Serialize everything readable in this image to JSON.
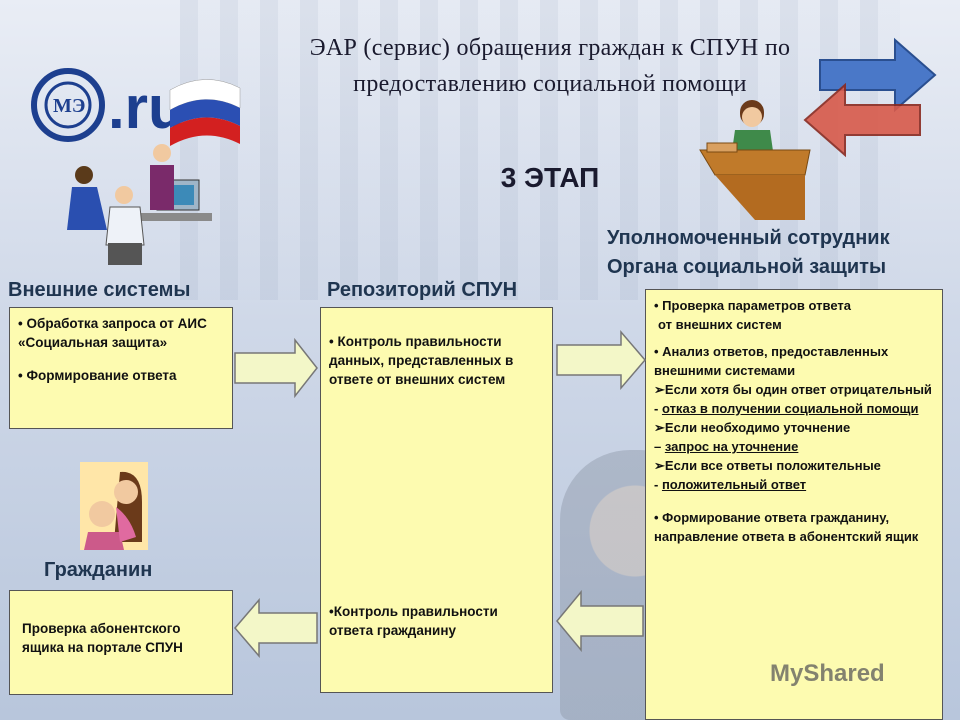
{
  "title": "ЭАР (сервис) обращения граждан к СПУН по предоставлению социальной помощи",
  "stage": "3 ЭТАП",
  "logo": {
    "text": ".ru"
  },
  "labels": {
    "external": "Внешние системы",
    "repository": "Репозиторий СПУН",
    "employee_line1": "Уполномоченный сотрудник",
    "employee_line2": "Органа социальной защиты",
    "citizen": "Гражданин"
  },
  "boxes": {
    "external": {
      "item1": "• Обработка запроса от АИС «Социальная защита»",
      "item2": "• Формирование ответа"
    },
    "repo_top": {
      "item1": "• Контроль правильности данных, представленных в ответе от внешних систем"
    },
    "repo_bottom": {
      "item1": "•Контроль правильности ответа гражданину"
    },
    "citizen": {
      "item1": "Проверка абонентского ящика на портале СПУН"
    },
    "employee": {
      "i1a": "• Проверка параметров ответа",
      "i1b": "от внешних систем",
      "i2": "• Анализ ответов, предоставленных внешними системами",
      "i3": "Если хотя бы один ответ отрицательный",
      "i3dash": "- ",
      "i3u": "отказ в получении социальной помощи",
      "i4": "Если необходимо уточнение",
      "i4dash": "– ",
      "i4u": "запрос на уточнение",
      "i5": "Если все ответы положительные",
      "i5dash": "- ",
      "i5u": "положительный ответ",
      "i6": "• Формирование ответа гражданину, направление ответа в абонентский ящик"
    }
  },
  "watermark": "MyShared",
  "colors": {
    "box_fill": "#fdfbb0",
    "arrow_fill": "#f3f7c8",
    "label": "#1f3550"
  }
}
